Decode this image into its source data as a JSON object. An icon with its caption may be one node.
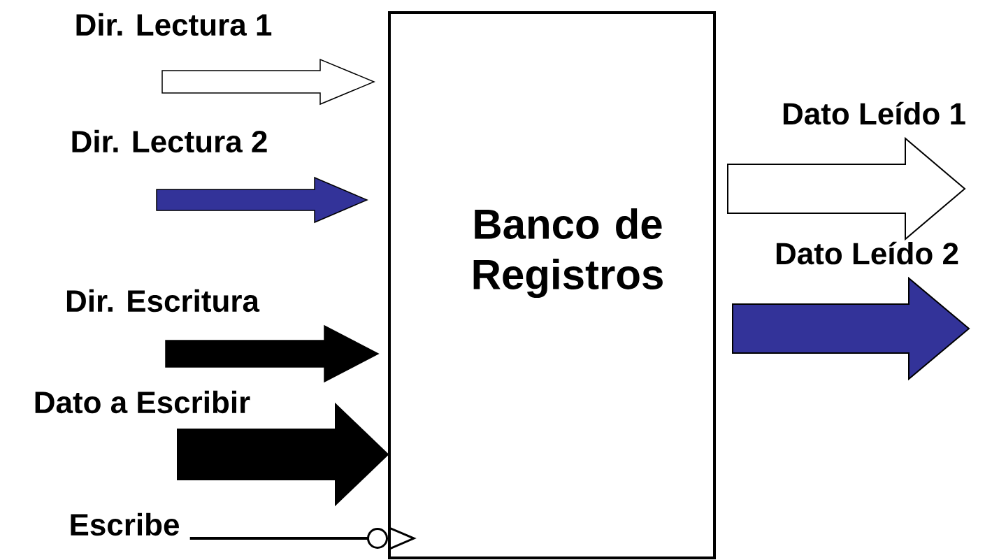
{
  "diagram": {
    "nodes": [
      {
        "text": [
          "Banco de Registros"
        ]
      },
      {
        "text": [
          "Escribe"
        ]
      }
    ],
    "edges": [
      {
        "from": null,
        "to": 0,
        "arrow": "to",
        "label": "Dir. Lectura 1",
        "color": "#ffffff"
      },
      {
        "from": null,
        "to": 0,
        "arrow": "to",
        "label": "Dir. Lectura 2",
        "color": "#333399"
      },
      {
        "from": null,
        "to": 0,
        "arrow": "to",
        "label": "Dir. Escritura",
        "color": "#000000"
      },
      {
        "from": null,
        "to": 0,
        "arrow": "to",
        "label": "Dato a Escribir",
        "color": "#000000",
        "style": "thick"
      },
      {
        "from": 0,
        "to": null,
        "arrow": "to",
        "label": "Dato Leído 1",
        "color": "#ffffff",
        "style": "thick"
      },
      {
        "from": 0,
        "to": null,
        "arrow": "to",
        "label": "Dato Leído 2",
        "color": "#333399",
        "style": "thick"
      },
      {
        "from": 1,
        "to": 0,
        "arrow": "other"
      }
    ]
  }
}
